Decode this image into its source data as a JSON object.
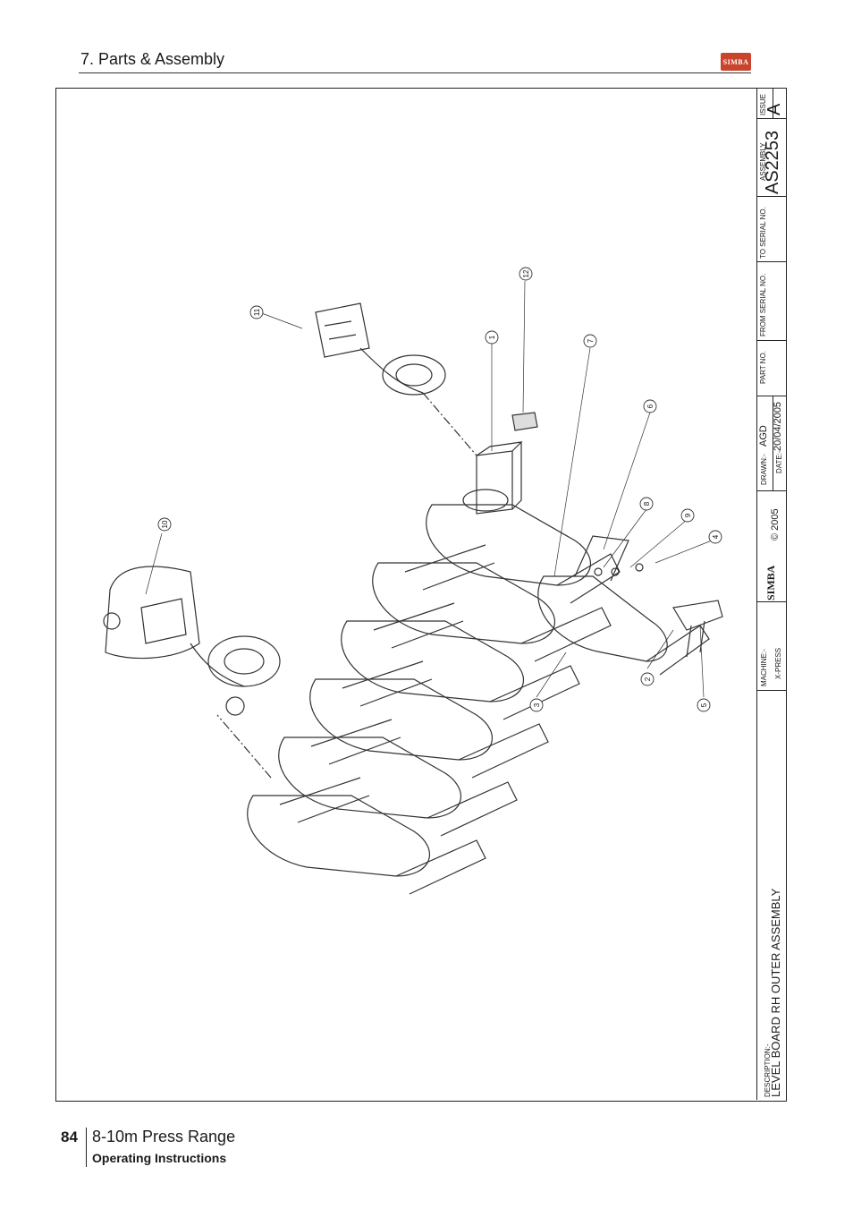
{
  "header": {
    "section_title": "7. Parts & Assembly",
    "logo_text": "SIMBA"
  },
  "title_block": {
    "issue_label": "ISSUE",
    "issue_value": "A",
    "assembly_label": "ASSEMBLY",
    "assembly_value": "AS2253",
    "to_serial_label": "TO SERIAL NO.",
    "from_serial_label": "FROM SERIAL NO.",
    "part_no_label": "PART NO.",
    "drawn_label": "DRAWN:-",
    "drawn_value": "AGD",
    "date_label": "DATE:-",
    "date_value": "20/04/2005",
    "copyright": "© 2005",
    "brand": "SIMBA",
    "machine_label": "MACHINE:-",
    "machine_value": "X-PRESS",
    "description_label": "DESCRIPTION:-",
    "description_value": "LEVEL BOARD RH OUTER ASSEMBLY"
  },
  "callouts": [
    "1",
    "2",
    "3",
    "4",
    "5",
    "6",
    "7",
    "8",
    "9",
    "10",
    "11",
    "12"
  ],
  "footer": {
    "page_number": "84",
    "title": "8-10m Press Range",
    "subtitle": "Operating Instructions"
  }
}
